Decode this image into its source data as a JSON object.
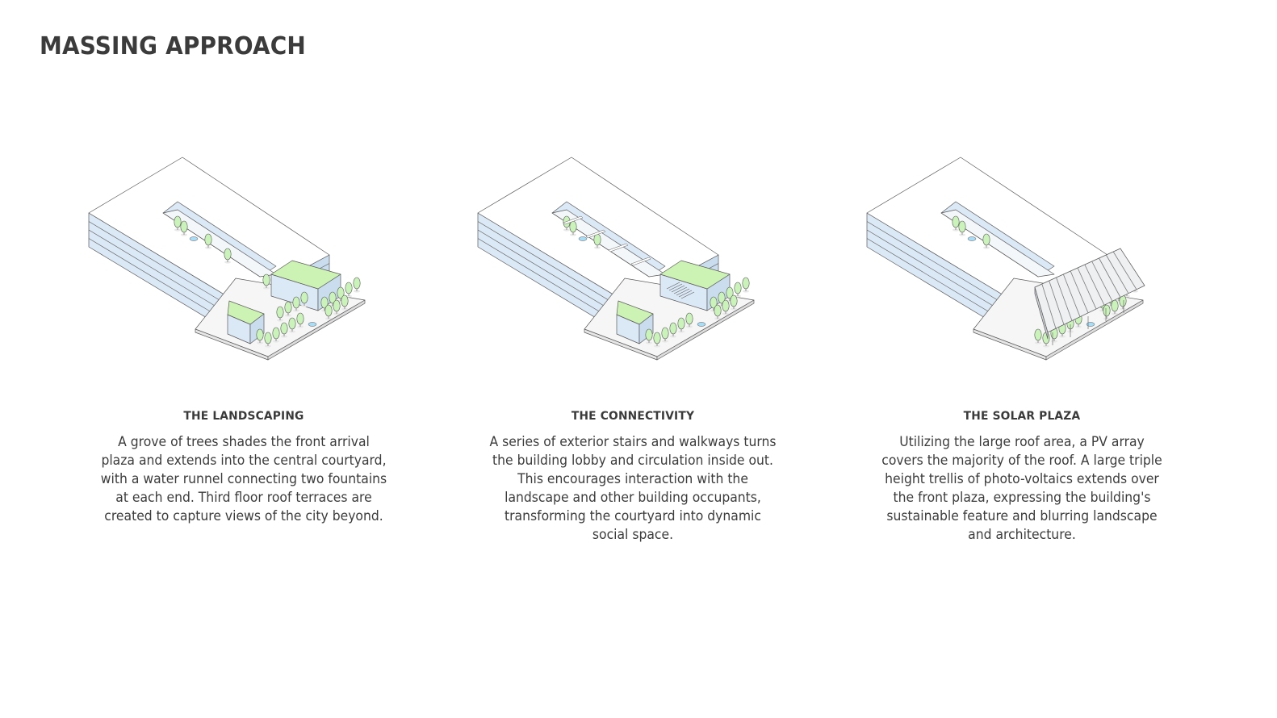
{
  "title": "MASSING APPROACH",
  "colors": {
    "roof": "#ffffff",
    "facade": "#dbe9f6",
    "facade_dark": "#c9ddef",
    "green_roof": "#ccf2b4",
    "tree": "#c9f3b8",
    "water": "#a9dcf5",
    "stroke": "#5a5a5a",
    "pv": "#cfd3d8"
  },
  "panels": [
    {
      "id": "landscaping",
      "heading": "THE LANDSCAPING",
      "body": "A grove of trees shades the front arrival plaza and extends into the central courtyard, with a water runnel connecting two fountains at each end. Third floor roof terraces are created to capture views of the city beyond.",
      "feature": "trees-and-green-roofs"
    },
    {
      "id": "connectivity",
      "heading": "THE CONNECTIVITY",
      "body": "A series of exterior stairs and walkways turns the building lobby and circulation inside out. This encourages interaction with the landscape and other building occupants, transforming the courtyard into dynamic social space.",
      "feature": "stairs-and-walkways"
    },
    {
      "id": "solar-plaza",
      "heading": "THE SOLAR PLAZA",
      "body": "Utilizing the large roof area, a PV array covers the majority of the roof. A large triple height trellis of photo-voltaics extends over the front plaza, expressing the building's sustainable feature and blurring landscape and architecture.",
      "feature": "pv-trellis"
    }
  ]
}
